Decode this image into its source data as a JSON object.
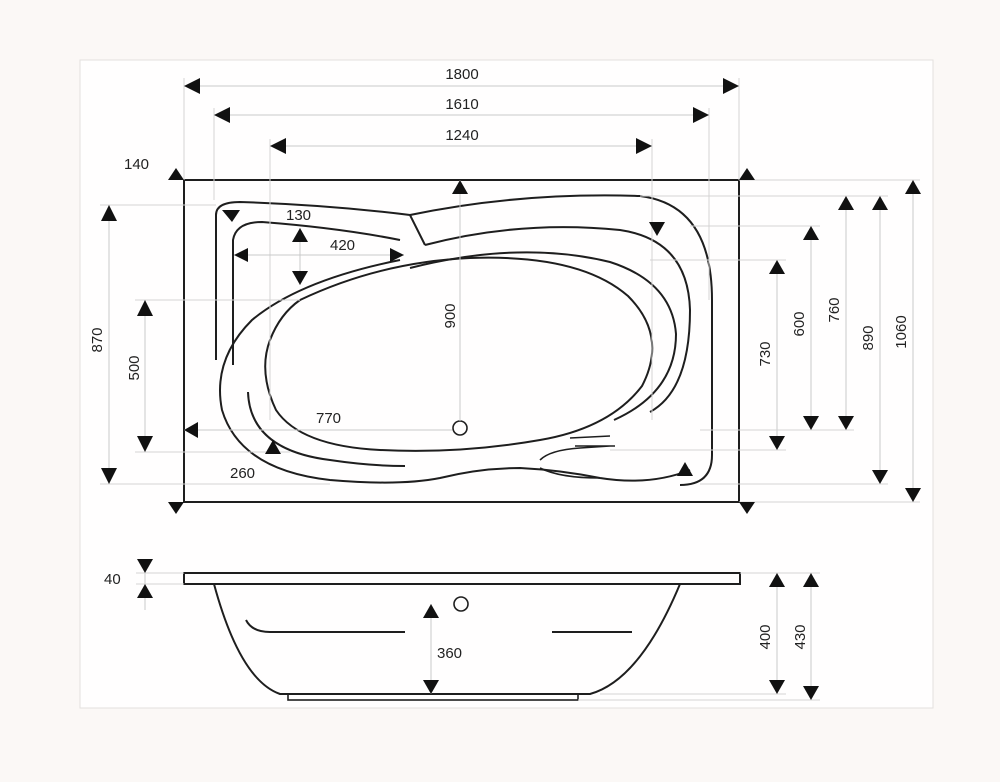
{
  "colors": {
    "background": "#fbf8f6",
    "line": "#1e1e1e",
    "dimension_line": "#c9c9c9",
    "arrow": "#111111"
  },
  "dimensions": {
    "top_1800": "1800",
    "top_1610": "1610",
    "top_1240": "1240",
    "corner_140": "140",
    "inner_130": "130",
    "inner_420": "420",
    "center_900": "900",
    "left_870": "870",
    "left_500": "500",
    "inner_770": "770",
    "inner_260": "260",
    "right_730": "730",
    "right_600": "600",
    "right_760": "760",
    "right_890": "890",
    "right_1060": "1060",
    "side_40": "40",
    "side_360": "360",
    "side_400": "400",
    "side_430": "430"
  }
}
